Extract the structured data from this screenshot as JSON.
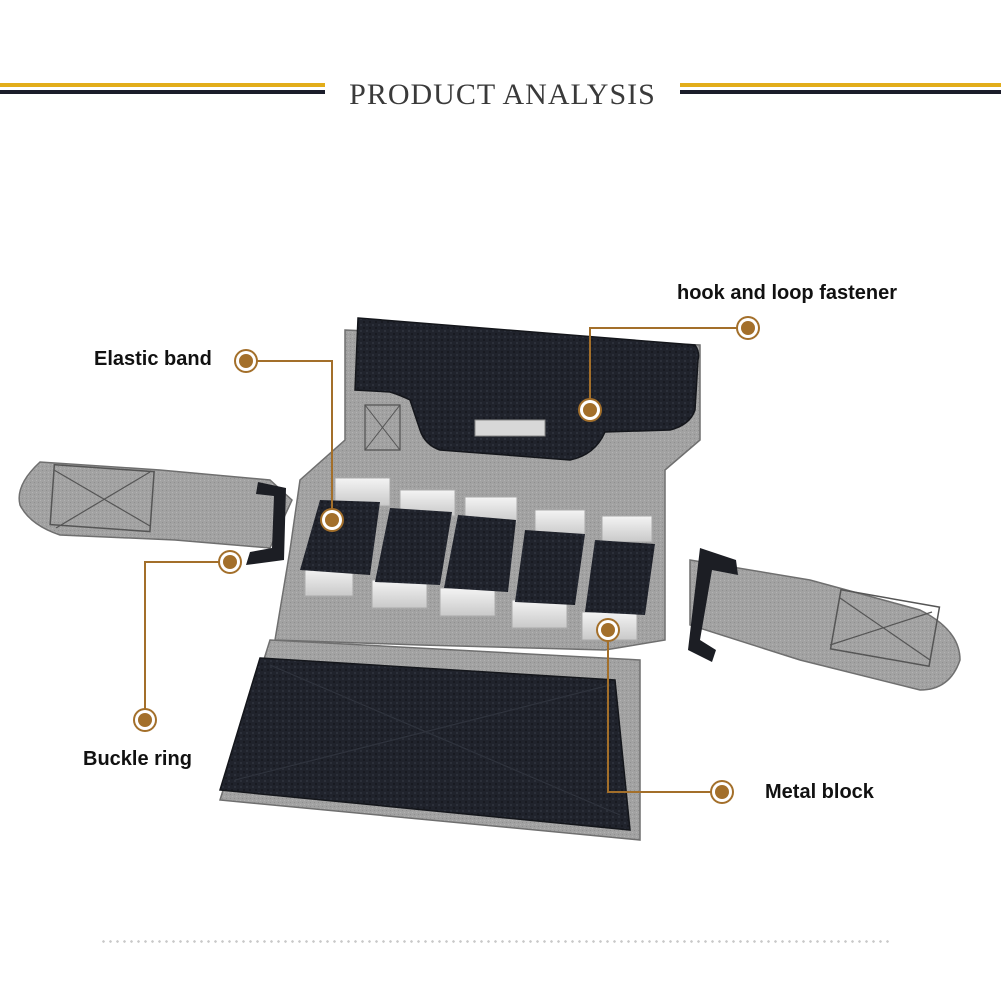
{
  "header": {
    "title": "PRODUCT ANALYSIS"
  },
  "callouts": {
    "hook_and_loop": "hook and loop fastener",
    "elastic_band": "Elastic band",
    "buckle_ring": "Buckle ring",
    "metal_block": "Metal block"
  },
  "colors": {
    "gold_rule": "#e2ad1a",
    "dark_rule": "#1b1d2a",
    "leader_line": "#a36f2a",
    "felt_gray": "#9d9d9d",
    "velcro_black": "#1e2129"
  }
}
